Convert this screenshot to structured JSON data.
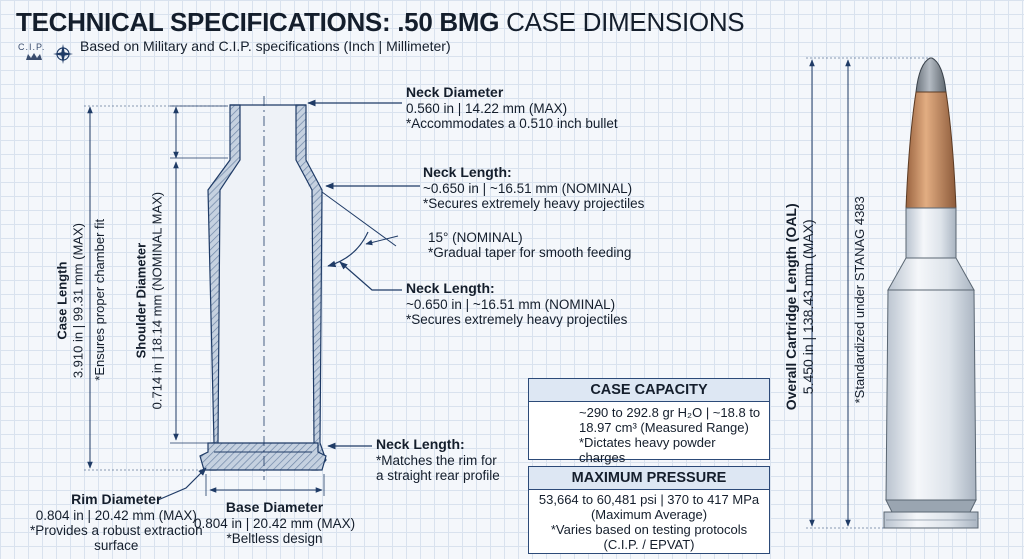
{
  "header": {
    "title_bold": "TECHNICAL SPECIFICATIONS: .50 BMG",
    "title_light": "CASE DIMENSIONS",
    "subtitle": "Based on Military and C.I.P. specifications (Inch | Millimeter)",
    "logo_text": "C.I.P."
  },
  "neck_diameter": {
    "title": "Neck Diameter",
    "value": "0.560 in | 14.22 mm (MAX)",
    "note": "*Accommodates a 0.510 inch bullet"
  },
  "neck_length_1": {
    "title": "Neck Length:",
    "value": "~0.650 in | ~16.51 mm (NOMINAL)",
    "note": "*Secures extremely heavy projectiles"
  },
  "shoulder_angle": {
    "value": "15° (NOMINAL)",
    "note": "*Gradual taper for smooth feeding"
  },
  "neck_length_2": {
    "title": "Neck Length:",
    "value": "~0.650 in | ~16.51 mm (NOMINAL)",
    "note": "*Secures extremely heavy projectiles"
  },
  "neck_length_3": {
    "title": "Neck Length:",
    "note1": "*Matches the rim for",
    "note2": "a straight rear profile"
  },
  "case_length": {
    "title": "Case Length",
    "value": "3.910 in | 99.31 mm (MAX)",
    "note": "*Ensures proper chamber fit"
  },
  "shoulder_diameter": {
    "title": "Shoulder Diameter",
    "value": "0.714 in | 18.14 mm (NOMINAL MAX)"
  },
  "rim_diameter": {
    "title": "Rim Diameter",
    "value": "0.804 in | 20.42 mm (MAX)",
    "note1": "*Provides a robust extraction",
    "note2": "surface"
  },
  "base_diameter": {
    "title": "Base Diameter",
    "value": "0.804 in | 20.42 mm (MAX)",
    "note": "*Beltless design"
  },
  "case_capacity": {
    "title": "CASE CAPACITY",
    "line1": "~290 to 292.8 gr H₂O | ~18.8 to",
    "line2": "18.97 cm³ (Measured Range)",
    "note": "*Dictates heavy powder charges"
  },
  "max_pressure": {
    "title": "MAXIMUM PRESSURE",
    "line1": "53,664 to 60,481 psi | 370 to 417 MPa",
    "line2": "(Maximum Average)",
    "note1": "*Varies based on testing protocols",
    "note2": "(C.I.P. / EPVAT)"
  },
  "oal": {
    "title": "Overall Cartridge Length (OAL)",
    "value": "5.450 in | 138.43 mm (MAX)",
    "note": "*Standardized under STANAG 4383"
  },
  "colors": {
    "ink": "#141e2c",
    "dim_line": "#1f3b66",
    "case_metal": "#e3e8ee",
    "section_hatch": "#7f95b3",
    "bullet_copper": "#c98a5a",
    "bullet_tip": "#8d959e"
  }
}
